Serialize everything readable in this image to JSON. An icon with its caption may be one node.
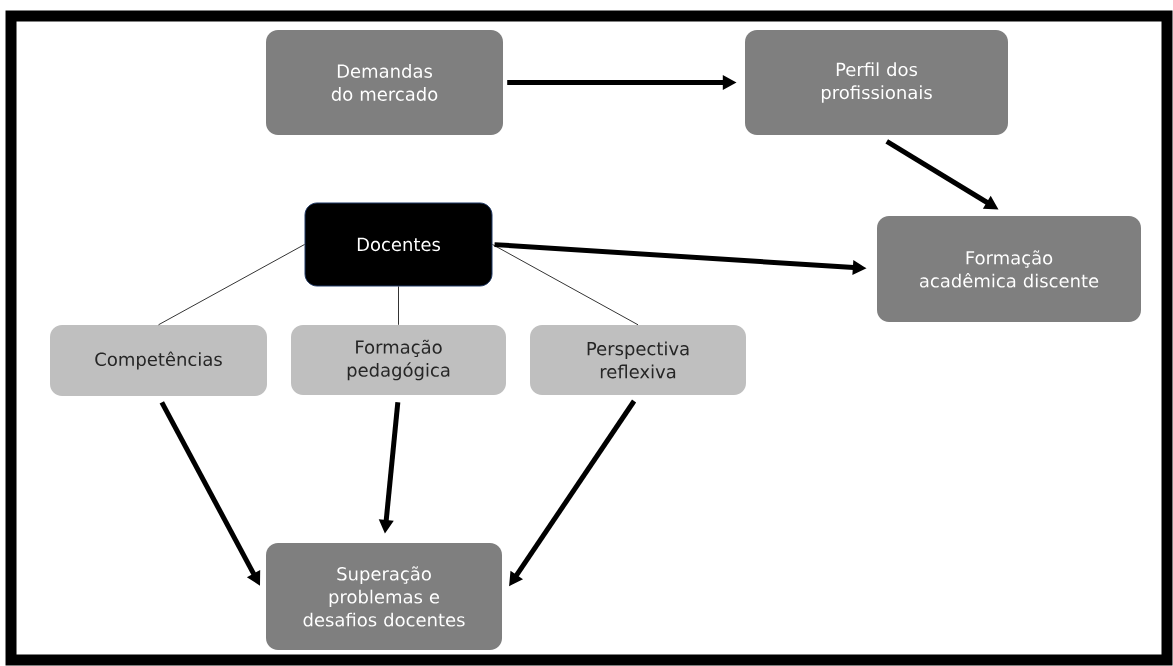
{
  "diagram": {
    "nodes": [
      {
        "text": [
          "Demandas do mercado"
        ]
      },
      {
        "text": [
          "Perfil dos profissionais"
        ]
      },
      {
        "text": [
          "Docentes"
        ]
      },
      {
        "text": [
          "Formação acadêmica discente"
        ]
      },
      {
        "text": [
          "Competências"
        ]
      },
      {
        "text": [
          "Formação pedagógica"
        ]
      },
      {
        "text": [
          "Perspectiva reflexiva"
        ]
      },
      {
        "text": [
          "Superação problemas e desafios docentes"
        ]
      }
    ],
    "edges": [
      {
        "from": 0,
        "to": 1,
        "arrow": "to"
      },
      {
        "from": 1,
        "to": 3,
        "arrow": "to"
      },
      {
        "from": 2,
        "to": 3,
        "arrow": "to"
      },
      {
        "from": 2,
        "to": 4,
        "arrow": "none"
      },
      {
        "from": 2,
        "to": 5,
        "arrow": "none"
      },
      {
        "from": 2,
        "to": 6,
        "arrow": "none"
      },
      {
        "from": 4,
        "to": 7,
        "arrow": "to"
      },
      {
        "from": 5,
        "to": 7,
        "arrow": "to"
      },
      {
        "from": 6,
        "to": 7,
        "arrow": "to"
      }
    ]
  }
}
